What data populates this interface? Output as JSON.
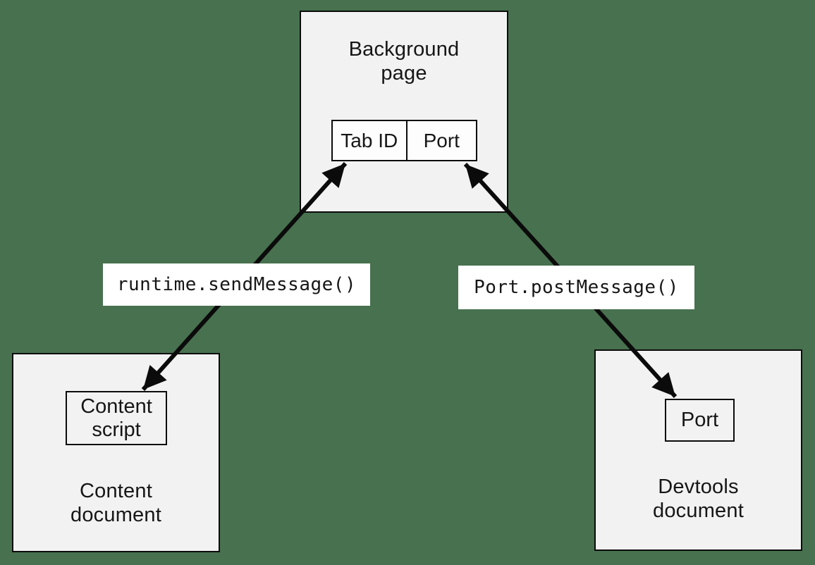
{
  "colors": {
    "canvas_background": "#48714f",
    "node_fill": "#f2f2f2",
    "node_border": "#0b0b0b",
    "table_fill": "#fdfdfd",
    "label_chip_fill": "#ffffff",
    "arrow": "#0b0b0b",
    "text": "#161616"
  },
  "background_page": {
    "title_lines": [
      "Background",
      "page"
    ],
    "cells": {
      "tab_id": "Tab ID",
      "port": "Port"
    }
  },
  "content_document": {
    "title_lines": [
      "Content",
      "document"
    ],
    "inner_lines": [
      "Content",
      "script"
    ]
  },
  "devtools_document": {
    "title_lines": [
      "Devtools",
      "document"
    ],
    "inner_label": "Port"
  },
  "edges": {
    "left_label": "runtime.sendMessage()",
    "right_label": "Port.postMessage()"
  }
}
